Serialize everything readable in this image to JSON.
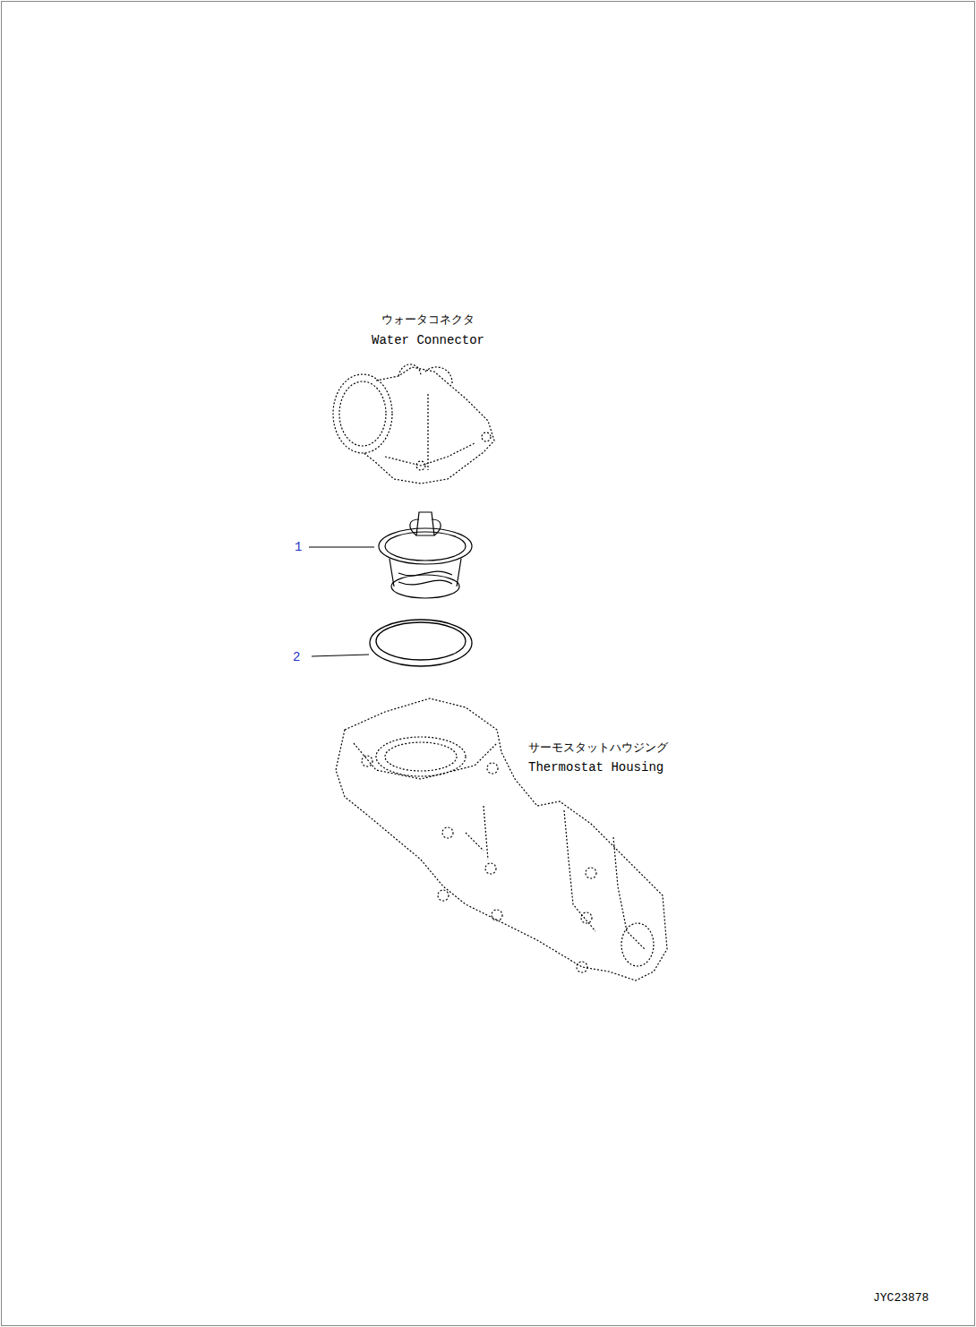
{
  "diagram": {
    "labels": [
      "ウォータコネクタ",
      "Water Connector",
      "1",
      "2",
      "サーモスタットハウジング",
      "Thermostat Housing",
      "JYC23878"
    ]
  }
}
